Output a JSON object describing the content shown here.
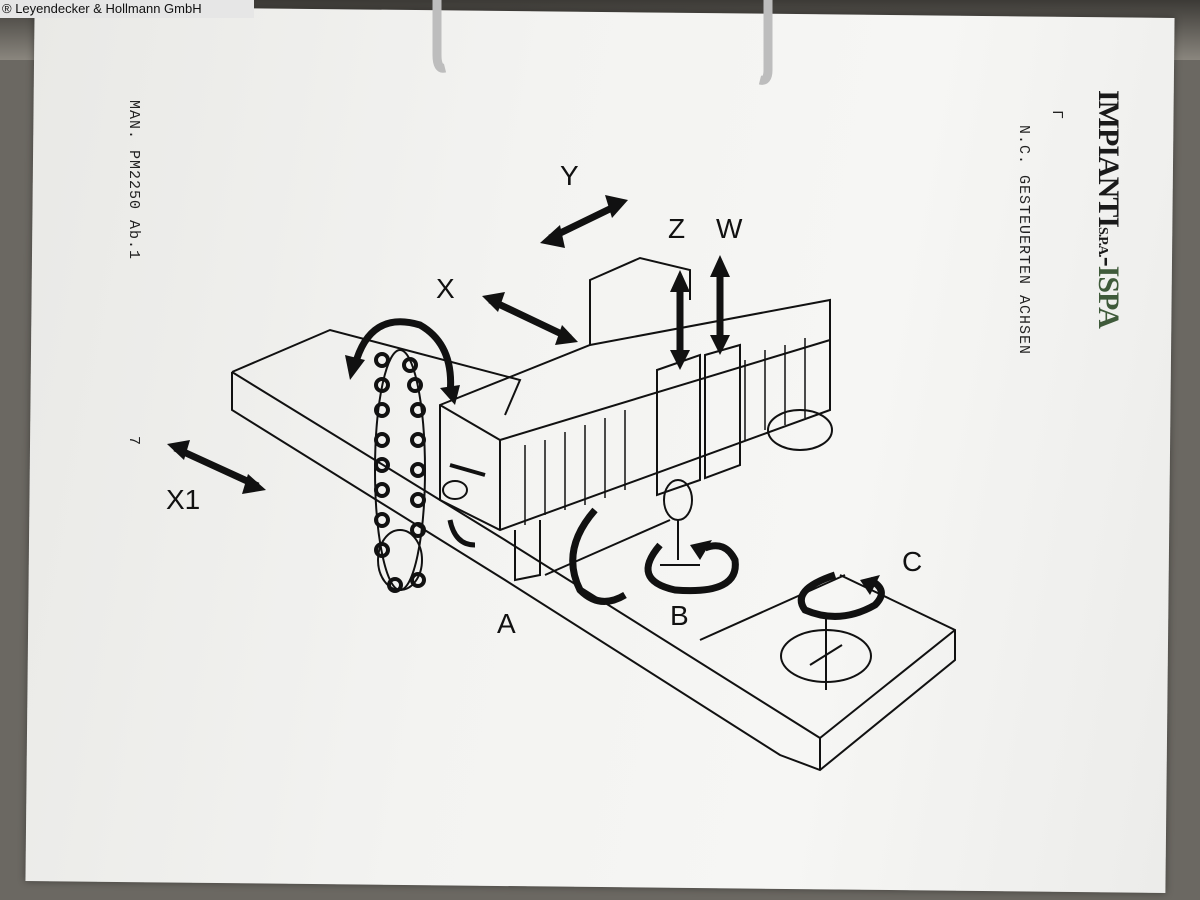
{
  "watermark": "® Leyendecker & Hollmann GmbH",
  "logo": {
    "brand": "IMPIANTI",
    "suffix": "S.P.A.",
    "sep": "-",
    "sub": "ISPA"
  },
  "document": {
    "corner_mark": "Γ",
    "title": "N.C. GESTEUERTEN ACHSEN",
    "reference": "MAN. PM2250  Ab.1",
    "page_number": "7"
  },
  "axes": {
    "y": "Y",
    "z": "Z",
    "w": "W",
    "x": "X",
    "x1": "X1",
    "a": "A",
    "b": "B",
    "c": "C"
  },
  "colors": {
    "paper": "#f3f3f1",
    "ink": "#111111",
    "logo_accent": "#3f5a3a"
  }
}
